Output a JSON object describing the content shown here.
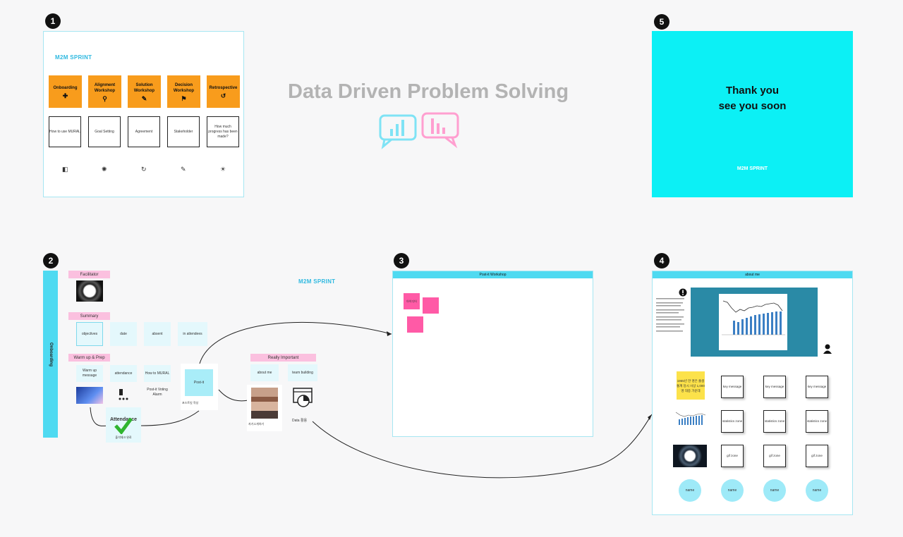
{
  "colors": {
    "accent": "#0cf0f5",
    "orange": "#f89c1c",
    "pink": "#fbc0df",
    "sticky": "#ff5aa6",
    "bar": "#4fdaf1"
  },
  "board": {
    "title": "Data Driven Problem Solving"
  },
  "frames": {
    "f1": {
      "number": "1",
      "logo": "M2M SPRINT",
      "stages": [
        {
          "label": "Onboarding",
          "icon": "✚"
        },
        {
          "label": "Alignment Workshop",
          "icon": "⚲"
        },
        {
          "label": "Solution Workshop",
          "icon": "✎"
        },
        {
          "label": "Decision Workshop",
          "icon": "⚑"
        },
        {
          "label": "Retrospective",
          "icon": "↺"
        }
      ],
      "boxes": [
        "How to use MURAL",
        "Goal Setting",
        "Agreement",
        "Stakeholder",
        "How much progress has been made?"
      ],
      "bottom_icons": [
        "◧",
        "✺",
        "↻",
        "✎",
        "☀"
      ]
    },
    "f2": {
      "number": "2",
      "sidebar": "Onboarding",
      "logo": "M2M SPRINT",
      "facilitator": "Facilitator",
      "summary": "Summary",
      "summary_items": [
        "objectives",
        "date",
        "absent",
        "in attendees"
      ],
      "warmup": "Warm up & Prep",
      "warmup_items": [
        "Warm up message",
        "attendance",
        "How to MURAL"
      ],
      "vote": "Post-it Voting Alarm",
      "attendance_card": "Attendance",
      "attendance_sub": "출석체크 완료",
      "postit": "Post-it",
      "postit_sub": "포스트잇 작성",
      "really": "Really Important",
      "really_items": [
        "about me",
        "team building"
      ],
      "photo_caption": "자기소개하기",
      "data_label": "Data 활용"
    },
    "f3": {
      "number": "3",
      "header": "Post-it Workshop",
      "sticky": "아이디어"
    },
    "f4": {
      "number": "4",
      "header": "about me",
      "key": "key message",
      "stat": "statistics zone",
      "gif": "gif zone",
      "name": "name",
      "yellow": "1965년 한 명은 출생 통계 당시 사상 1,000명 대중 가운데"
    },
    "f5": {
      "number": "5",
      "line1": "Thank you",
      "line2": "see you soon",
      "logo": "M2M SPRINT"
    }
  }
}
